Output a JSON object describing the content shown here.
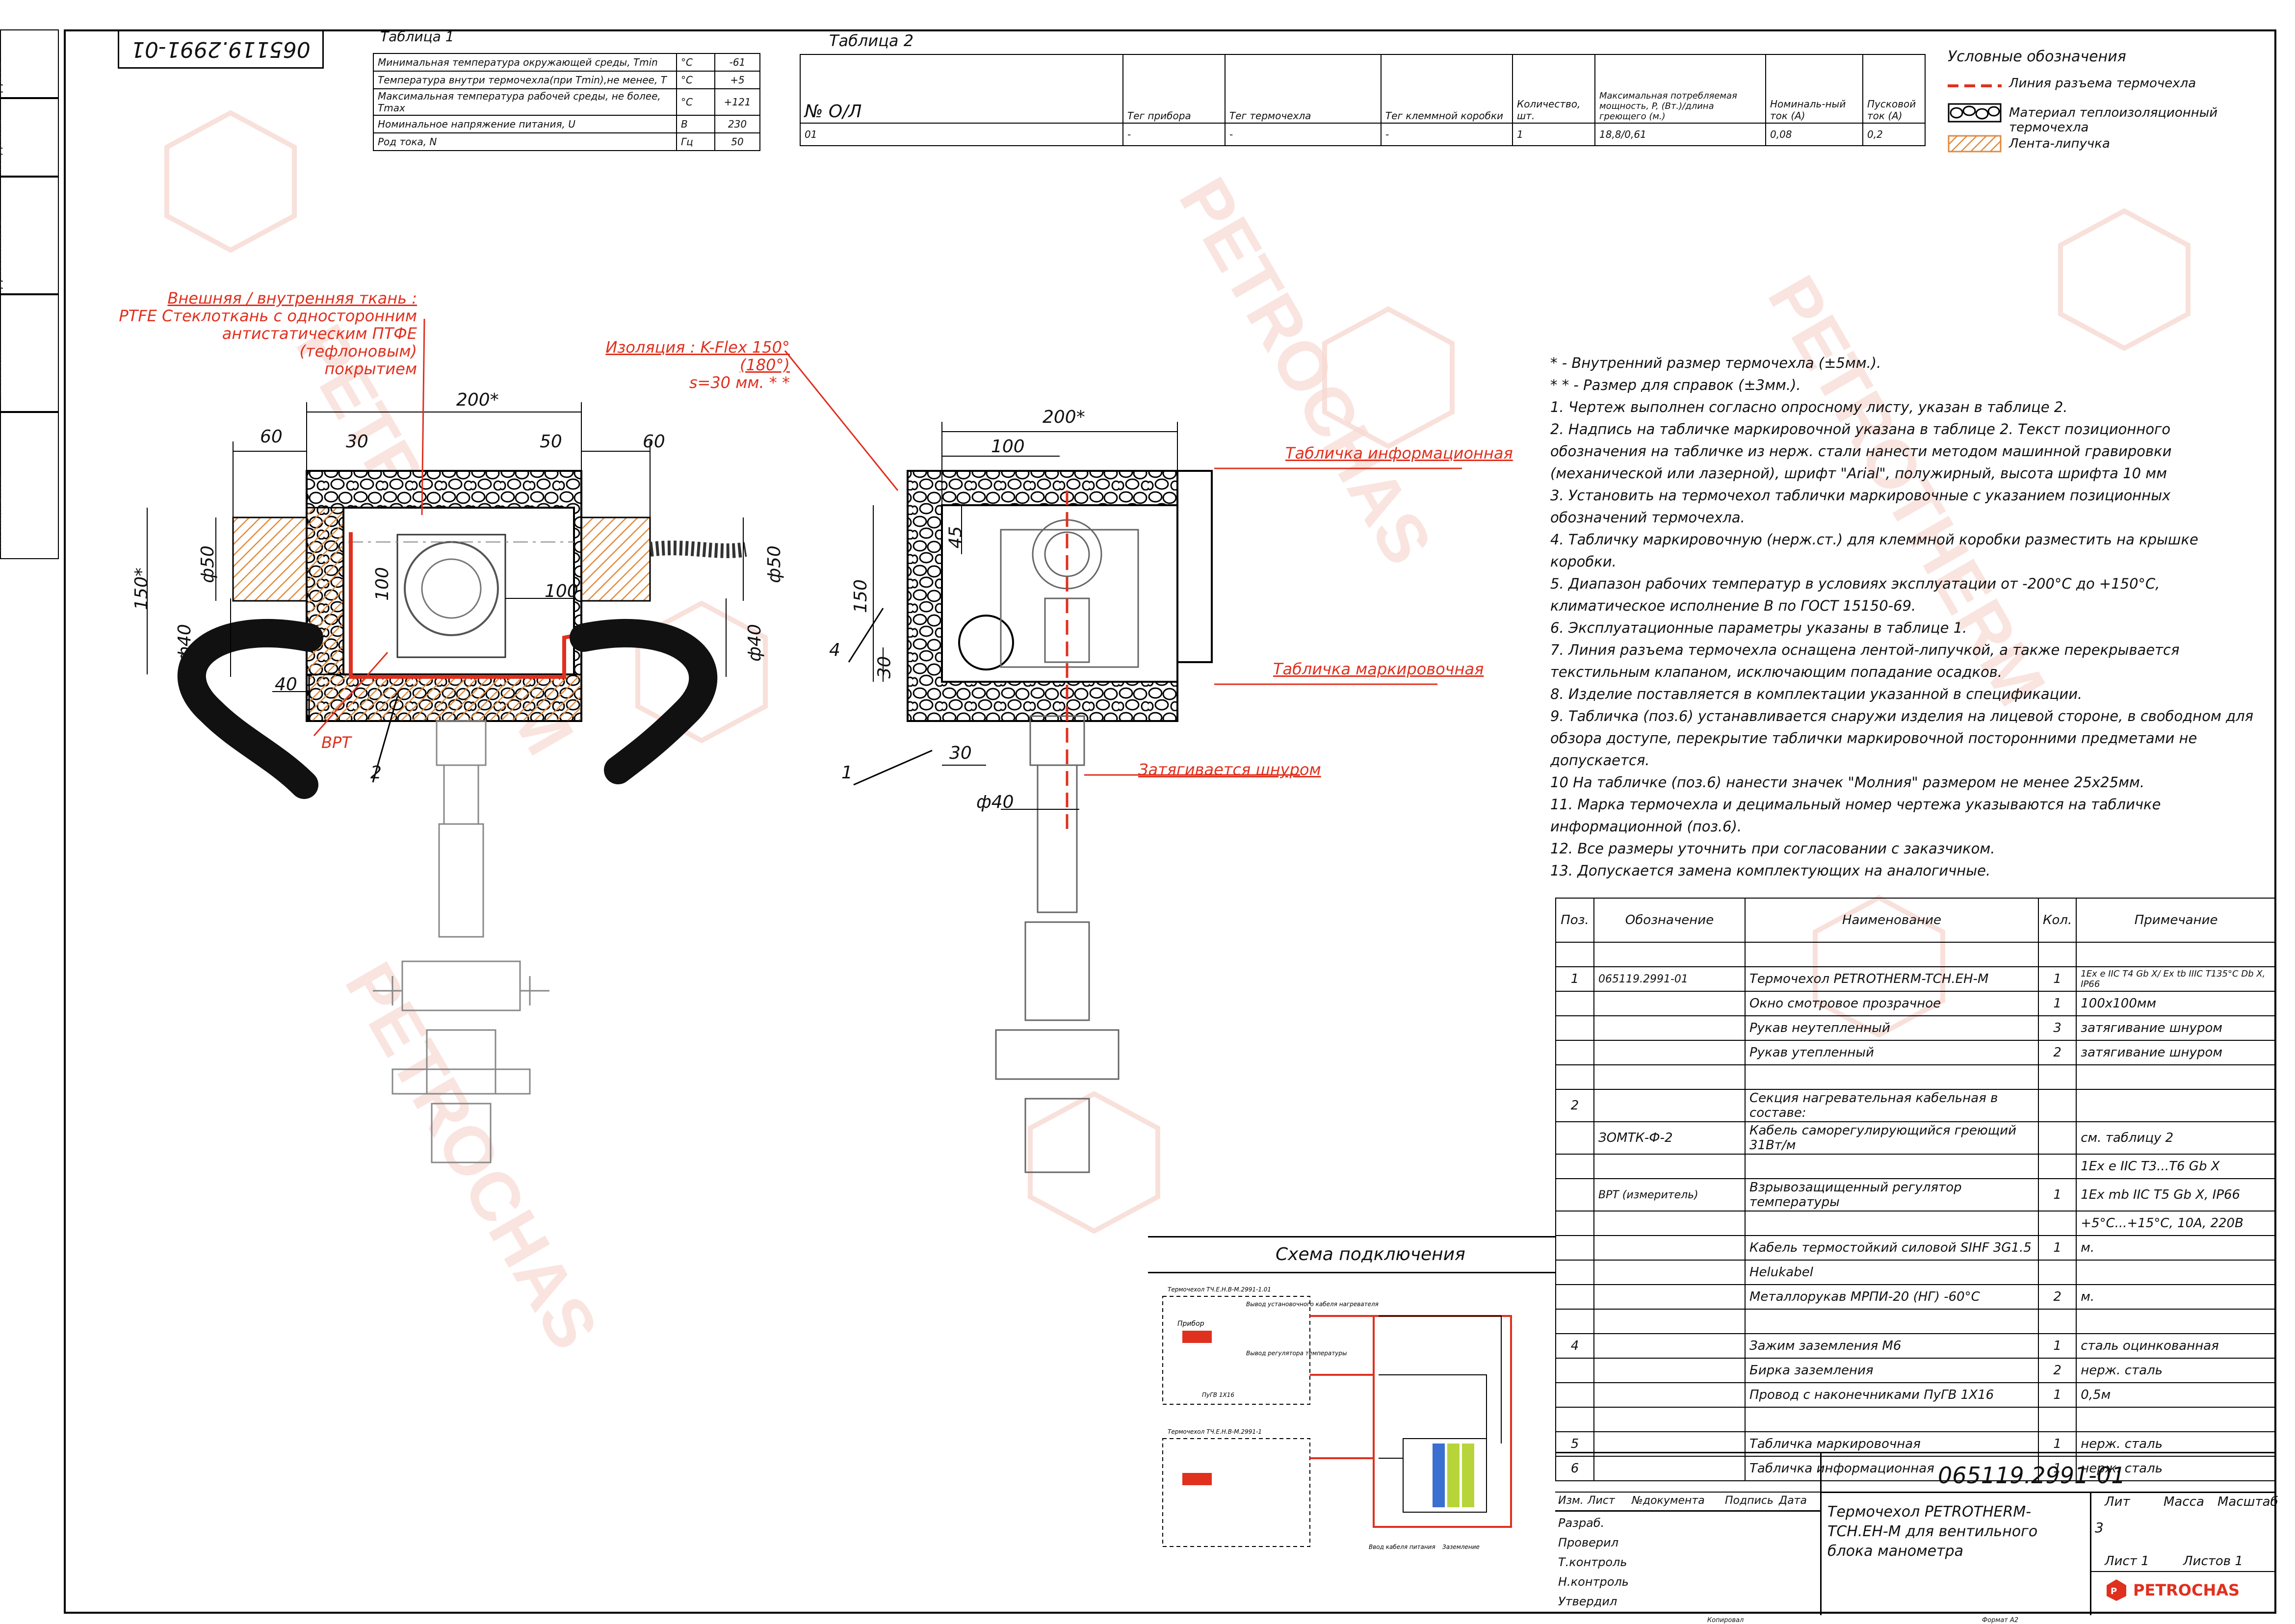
{
  "doc_number": "065119.2991-01",
  "side_labels": [
    "Дата",
    "Подпись",
    "Должность",
    "Фамилия",
    "Согласовано"
  ],
  "table1": {
    "title": "Таблица 1",
    "rows": [
      [
        "Минимальная температура окружающей среды, Tmin",
        "°С",
        "-61"
      ],
      [
        "Температура внутри термочехла(при Tmin),не менее, T",
        "°С",
        "+5"
      ],
      [
        "Максимальная температура рабочей среды, не более, Tmax",
        "°С",
        "+121"
      ],
      [
        "Номинальное напряжение питания, U",
        "В",
        "230"
      ],
      [
        "Род тока, N",
        "Гц",
        "50"
      ]
    ]
  },
  "table2": {
    "title": "Таблица 2",
    "headers": [
      "№ О/Л",
      "Тег прибора",
      "Тег термочехла",
      "Тег клеммной коробки",
      "Количество, шт.",
      "Максимальная потребляемая мощность, P, (Вт.)/длина греющего (м.)",
      "Номиналь-ный ток (А)",
      "Пусковой ток (А)"
    ],
    "row": [
      "01",
      "-",
      "-",
      "-",
      "1",
      "18,8/0,61",
      "0,08",
      "0,2"
    ]
  },
  "legend": {
    "title": "Условные обозначения",
    "items": [
      "Линия разъема термочехла",
      "Материал теплоизоляционный термочехла",
      "Лента-липучка"
    ]
  },
  "colors": {
    "red": "#e0301e",
    "insulation": "#222222",
    "hatch": "#e08a3c",
    "watermark": "#f2c9c3"
  },
  "callouts": {
    "fabric": [
      "Внешняя / внутренняя ткань :",
      "PTFE Стеклоткань с односторонним",
      "антистатическим ПТФЕ (тефлоновым)",
      "покрытием"
    ],
    "insulation": [
      "Изоляция : K-Flex 150°(180°)",
      "s=30 мм. * *"
    ],
    "info_plate": "Табличка информационная",
    "mark_plate": "Табличка маркировочная",
    "tied": "Затягивается шнуром",
    "vrt": "ВРТ"
  },
  "dims": {
    "w200a": "200*",
    "w200b": "200*",
    "d60a": "60",
    "d30": "30",
    "d50": "50",
    "d60b": "60",
    "d150a": "150*",
    "phi50a": "ф50",
    "phi40a": "ф40",
    "d100v": "100",
    "d100h": "100",
    "phi50b": "ф50",
    "phi40b": "ф40",
    "d40": "40",
    "d100top": "100",
    "d45": "45",
    "d150b": "150",
    "d30v": "30",
    "d30h": "30",
    "phi40c": "ф40",
    "pos1": "1",
    "pos2": "2",
    "pos4": "4"
  },
  "notes": [
    "* - Внутренний размер термочехла (±5мм.).",
    "* * - Размер для справок (±3мм.).",
    "1. Чертеж выполнен согласно опросному листу, указан в таблице 2.",
    "2. Надпись на табличке маркировочной указана в таблице 2. Текст позиционного обозначения на табличке из нерж. стали нанести методом машинной гравировки (механической или лазерной), шрифт \"Arial\", полужирный, высота шрифта 10 мм",
    "3. Установить на термочехол таблички маркировочные с указанием позиционных обозначений термочехла.",
    "4. Табличку маркировочную (нерж.ст.) для клеммной коробки разместить на крышке коробки.",
    "5. Диапазон рабочих температур в условиях эксплуатации от -200°С до +150°С, климатическое исполнение В по ГОСТ 15150-69.",
    "6. Эксплуатационные параметры указаны в таблице 1.",
    "7. Линия разъема термочехла оснащена лентой-липучкой, а также перекрывается текстильным клапаном, исключающим попадание осадков.",
    "8. Изделие поставляется в комплектации указанной в спецификации.",
    "9. Табличка (поз.6) устанавливается снаружи изделия на лицевой стороне, в свободном для обзора доступе, перекрытие таблички маркировочной посторонними предметами не допускается.",
    "10 На табличке (поз.6) нанести значек \"Молния\" размером не менее 25х25мм.",
    "11. Марка термочехла и децимальный номер чертежа указываются на табличке информационной (поз.6).",
    "12. Все размеры уточнить при согласовании с заказчиком.",
    "13. Допускается замена комплектующих на аналогичные."
  ],
  "spec": {
    "headers": [
      "Поз.",
      "Обозначение",
      "Наименование",
      "Кол.",
      "Примечание"
    ],
    "rows": [
      [
        "",
        "",
        "",
        "",
        ""
      ],
      [
        "1",
        "065119.2991-01",
        "Термочехол PETROTHERM-TCH.EH-M",
        "1",
        "1Ex e IIC T4 Gb X/ Ex tb IIIC T135°C Db X, IP66"
      ],
      [
        "",
        "",
        "Окно смотровое прозрачное",
        "1",
        "100х100мм"
      ],
      [
        "",
        "",
        "Рукав неутепленный",
        "3",
        "затягивание шнуром"
      ],
      [
        "",
        "",
        "Рукав утепленный",
        "2",
        "затягивание шнуром"
      ],
      [
        "",
        "",
        "",
        "",
        ""
      ],
      [
        "2",
        "",
        "Секция нагревательная кабельная в составе:",
        "",
        ""
      ],
      [
        "",
        "ЗОМТК-Ф-2",
        "Кабель саморегулирующийся греющий 31Вт/м",
        "",
        "см. таблицу 2"
      ],
      [
        "",
        "",
        "",
        "",
        "1Ex e IIC T3...T6 Gb X"
      ],
      [
        "",
        "ВРТ (измеритель)",
        "Взрывозащищенный регулятор температуры",
        "1",
        "1Ex mb IIC T5 Gb X, IP66"
      ],
      [
        "",
        "",
        "",
        "",
        "+5°С...+15°С, 10А, 220В"
      ],
      [
        "",
        "",
        "Кабель термостойкий силовой SIHF 3G1.5",
        "1",
        "м."
      ],
      [
        "",
        "",
        "Helukabel",
        "",
        ""
      ],
      [
        "",
        "",
        "Металлорукав МРПИ-20 (НГ) -60°С",
        "2",
        "м."
      ],
      [
        "",
        "",
        "",
        "",
        ""
      ],
      [
        "4",
        "",
        "Зажим заземления М6",
        "1",
        "сталь оцинкованная"
      ],
      [
        "",
        "",
        "Бирка заземления",
        "2",
        "нерж. сталь"
      ],
      [
        "",
        "",
        "Провод с наконечниками ПуГВ 1Х16",
        "1",
        "0,5м"
      ],
      [
        "",
        "",
        "",
        "",
        ""
      ],
      [
        "5",
        "",
        "Табличка маркировочная",
        "1",
        "нерж. сталь"
      ],
      [
        "6",
        "",
        "Табличка информационная",
        "1",
        "нерж. сталь"
      ]
    ]
  },
  "schema": {
    "title": "Схема подключения",
    "labels": [
      "Термочехол ТЧ.Е.Н.В-М.2991-1.01",
      "Вывод установочного кабеля нагревателя",
      "Вывод регулятора температуры",
      "Прибор",
      "ПуГВ 1Х16",
      "Термочехол ТЧ.Е.Н.В-М.2991-1",
      "Ввод кабеля питания",
      "Заземление"
    ]
  },
  "stamp": {
    "code": "065119.2991-01",
    "title": "Термочехол PETROTHERM-TCH.EH-M для вентильного блока манометра",
    "left_headers": [
      "Изм.",
      "Лист",
      "№документа",
      "Подпись",
      "Дата"
    ],
    "roles": [
      "Разраб.",
      "Проверил",
      "Т.контроль",
      "Н.контроль",
      "Утвердил"
    ],
    "lit": "Лит",
    "mass": "Масса",
    "scale": "Масштаб",
    "lit_value": "3",
    "sheet": "Лист 1",
    "sheets": "Листов 1",
    "company": "PETROCHAS",
    "copied": "Копировал",
    "format": "Формат А2"
  }
}
